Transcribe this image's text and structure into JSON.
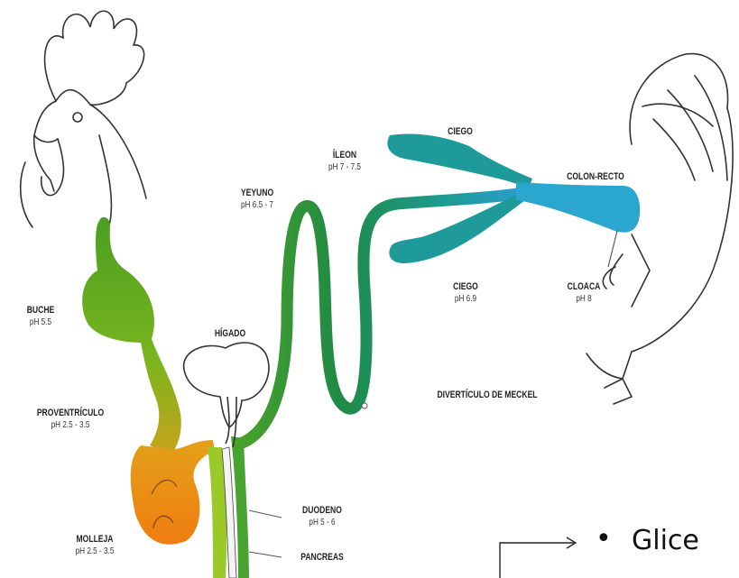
{
  "labels": {
    "buche": {
      "name": "BUCHE",
      "ph": "pH 5.5"
    },
    "proventriculo": {
      "name": "PROVENTRÍCULO",
      "ph": "pH 2.5 - 3.5"
    },
    "molleja": {
      "name": "MOLLEJA",
      "ph": "pH 2.5 - 3.5"
    },
    "higado": {
      "name": "HÍGADO"
    },
    "yeyuno": {
      "name": "YEYUNO",
      "ph": "pH 6.5 - 7"
    },
    "ileon": {
      "name": "ÍLEON",
      "ph": "pH 7 - 7.5"
    },
    "ciego_top": {
      "name": "CIEGO"
    },
    "ciego_bottom": {
      "name": "CIEGO",
      "ph": "pH 6.9"
    },
    "colon": {
      "name": "COLON-RECTO"
    },
    "cloaca": {
      "name": "CLOACA",
      "ph": "pH 8"
    },
    "diverticulo": {
      "name": "DIVERTÍCULO DE MECKEL"
    },
    "duodeno": {
      "name": "DUODENO",
      "ph": "pH 5 - 6"
    },
    "pancreas": {
      "name": "PANCREAS"
    }
  },
  "bullet_text": "Glice",
  "bullet_symbol": "•",
  "colors": {
    "crop_green": "#5aa51e",
    "orange": "#f08a12",
    "dark_green": "#1f8a45",
    "teal": "#1d9a8e",
    "blue": "#2a9fcf"
  }
}
